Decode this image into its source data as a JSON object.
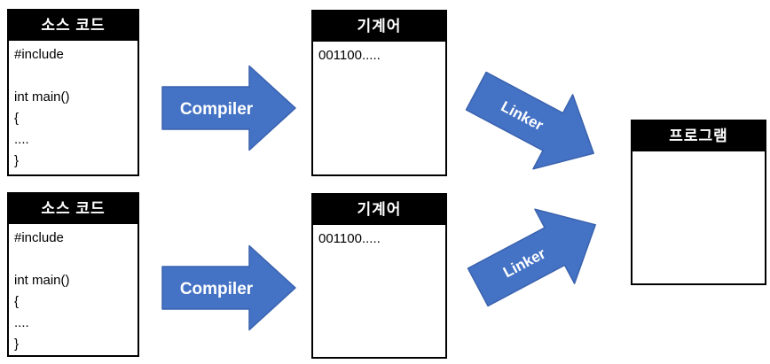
{
  "diagram": {
    "title_hint": "compile-link-process-diagram",
    "colors": {
      "arrow_fill": "#4472C4",
      "arrow_stroke": "#3A62AE",
      "header_bg": "#000000",
      "header_text": "#FFFFFF",
      "box_border": "#000000",
      "background": "#FFFFFF"
    },
    "boxes": {
      "source_top": {
        "title": "소스 코드",
        "lines": [
          "#include",
          "",
          "int main()",
          "{",
          "....",
          "}"
        ]
      },
      "source_bottom": {
        "title": "소스 코드",
        "lines": [
          "#include",
          "",
          "int main()",
          "{",
          "....",
          "}"
        ]
      },
      "machine_top": {
        "title": "기계어",
        "lines": [
          "001100....."
        ]
      },
      "machine_bottom": {
        "title": "기계어",
        "lines": [
          "001100....."
        ]
      },
      "program": {
        "title": "프로그램",
        "lines": []
      }
    },
    "arrows": {
      "compiler_top": "Compiler",
      "compiler_bottom": "Compiler",
      "linker_top": "Linker",
      "linker_bottom": "Linker"
    }
  }
}
